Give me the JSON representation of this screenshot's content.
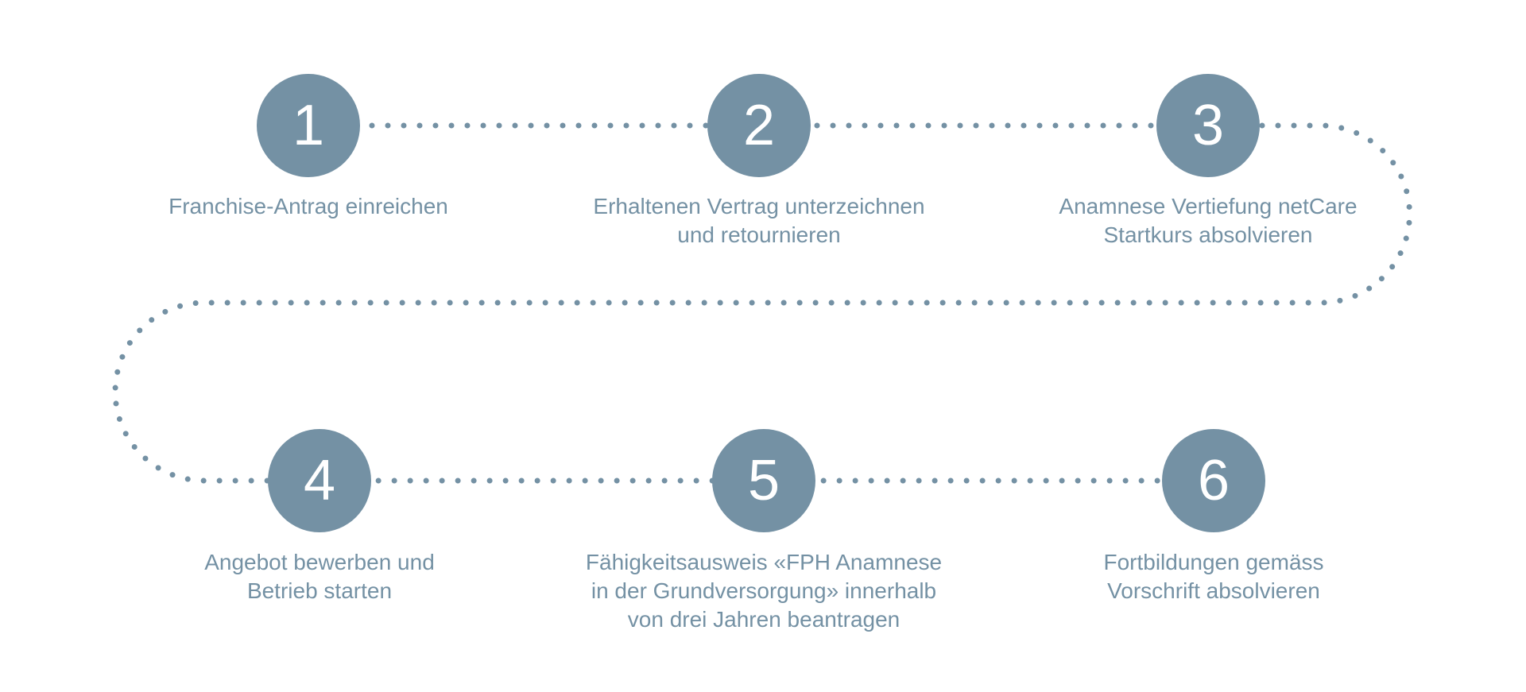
{
  "colors": {
    "accent": "#7491a4",
    "background": "#ffffff"
  },
  "steps": [
    {
      "number": "1",
      "lines": [
        "Franchise-Antrag einreichen"
      ]
    },
    {
      "number": "2",
      "lines": [
        "Erhaltenen Vertrag unterzeichnen",
        "und retournieren"
      ]
    },
    {
      "number": "3",
      "lines": [
        "Anamnese Vertiefung netCare",
        "Startkurs absolvieren"
      ]
    },
    {
      "number": "4",
      "lines": [
        "Angebot bewerben und",
        "Betrieb starten"
      ]
    },
    {
      "number": "5",
      "lines": [
        "Fähigkeitsausweis «FPH Anamnese",
        "in der Grundversorgung» innerhalb",
        "von drei Jahren beantragen"
      ]
    },
    {
      "number": "6",
      "lines": [
        "Fortbildungen gemäss",
        "Vorschrift absolvieren"
      ]
    }
  ]
}
